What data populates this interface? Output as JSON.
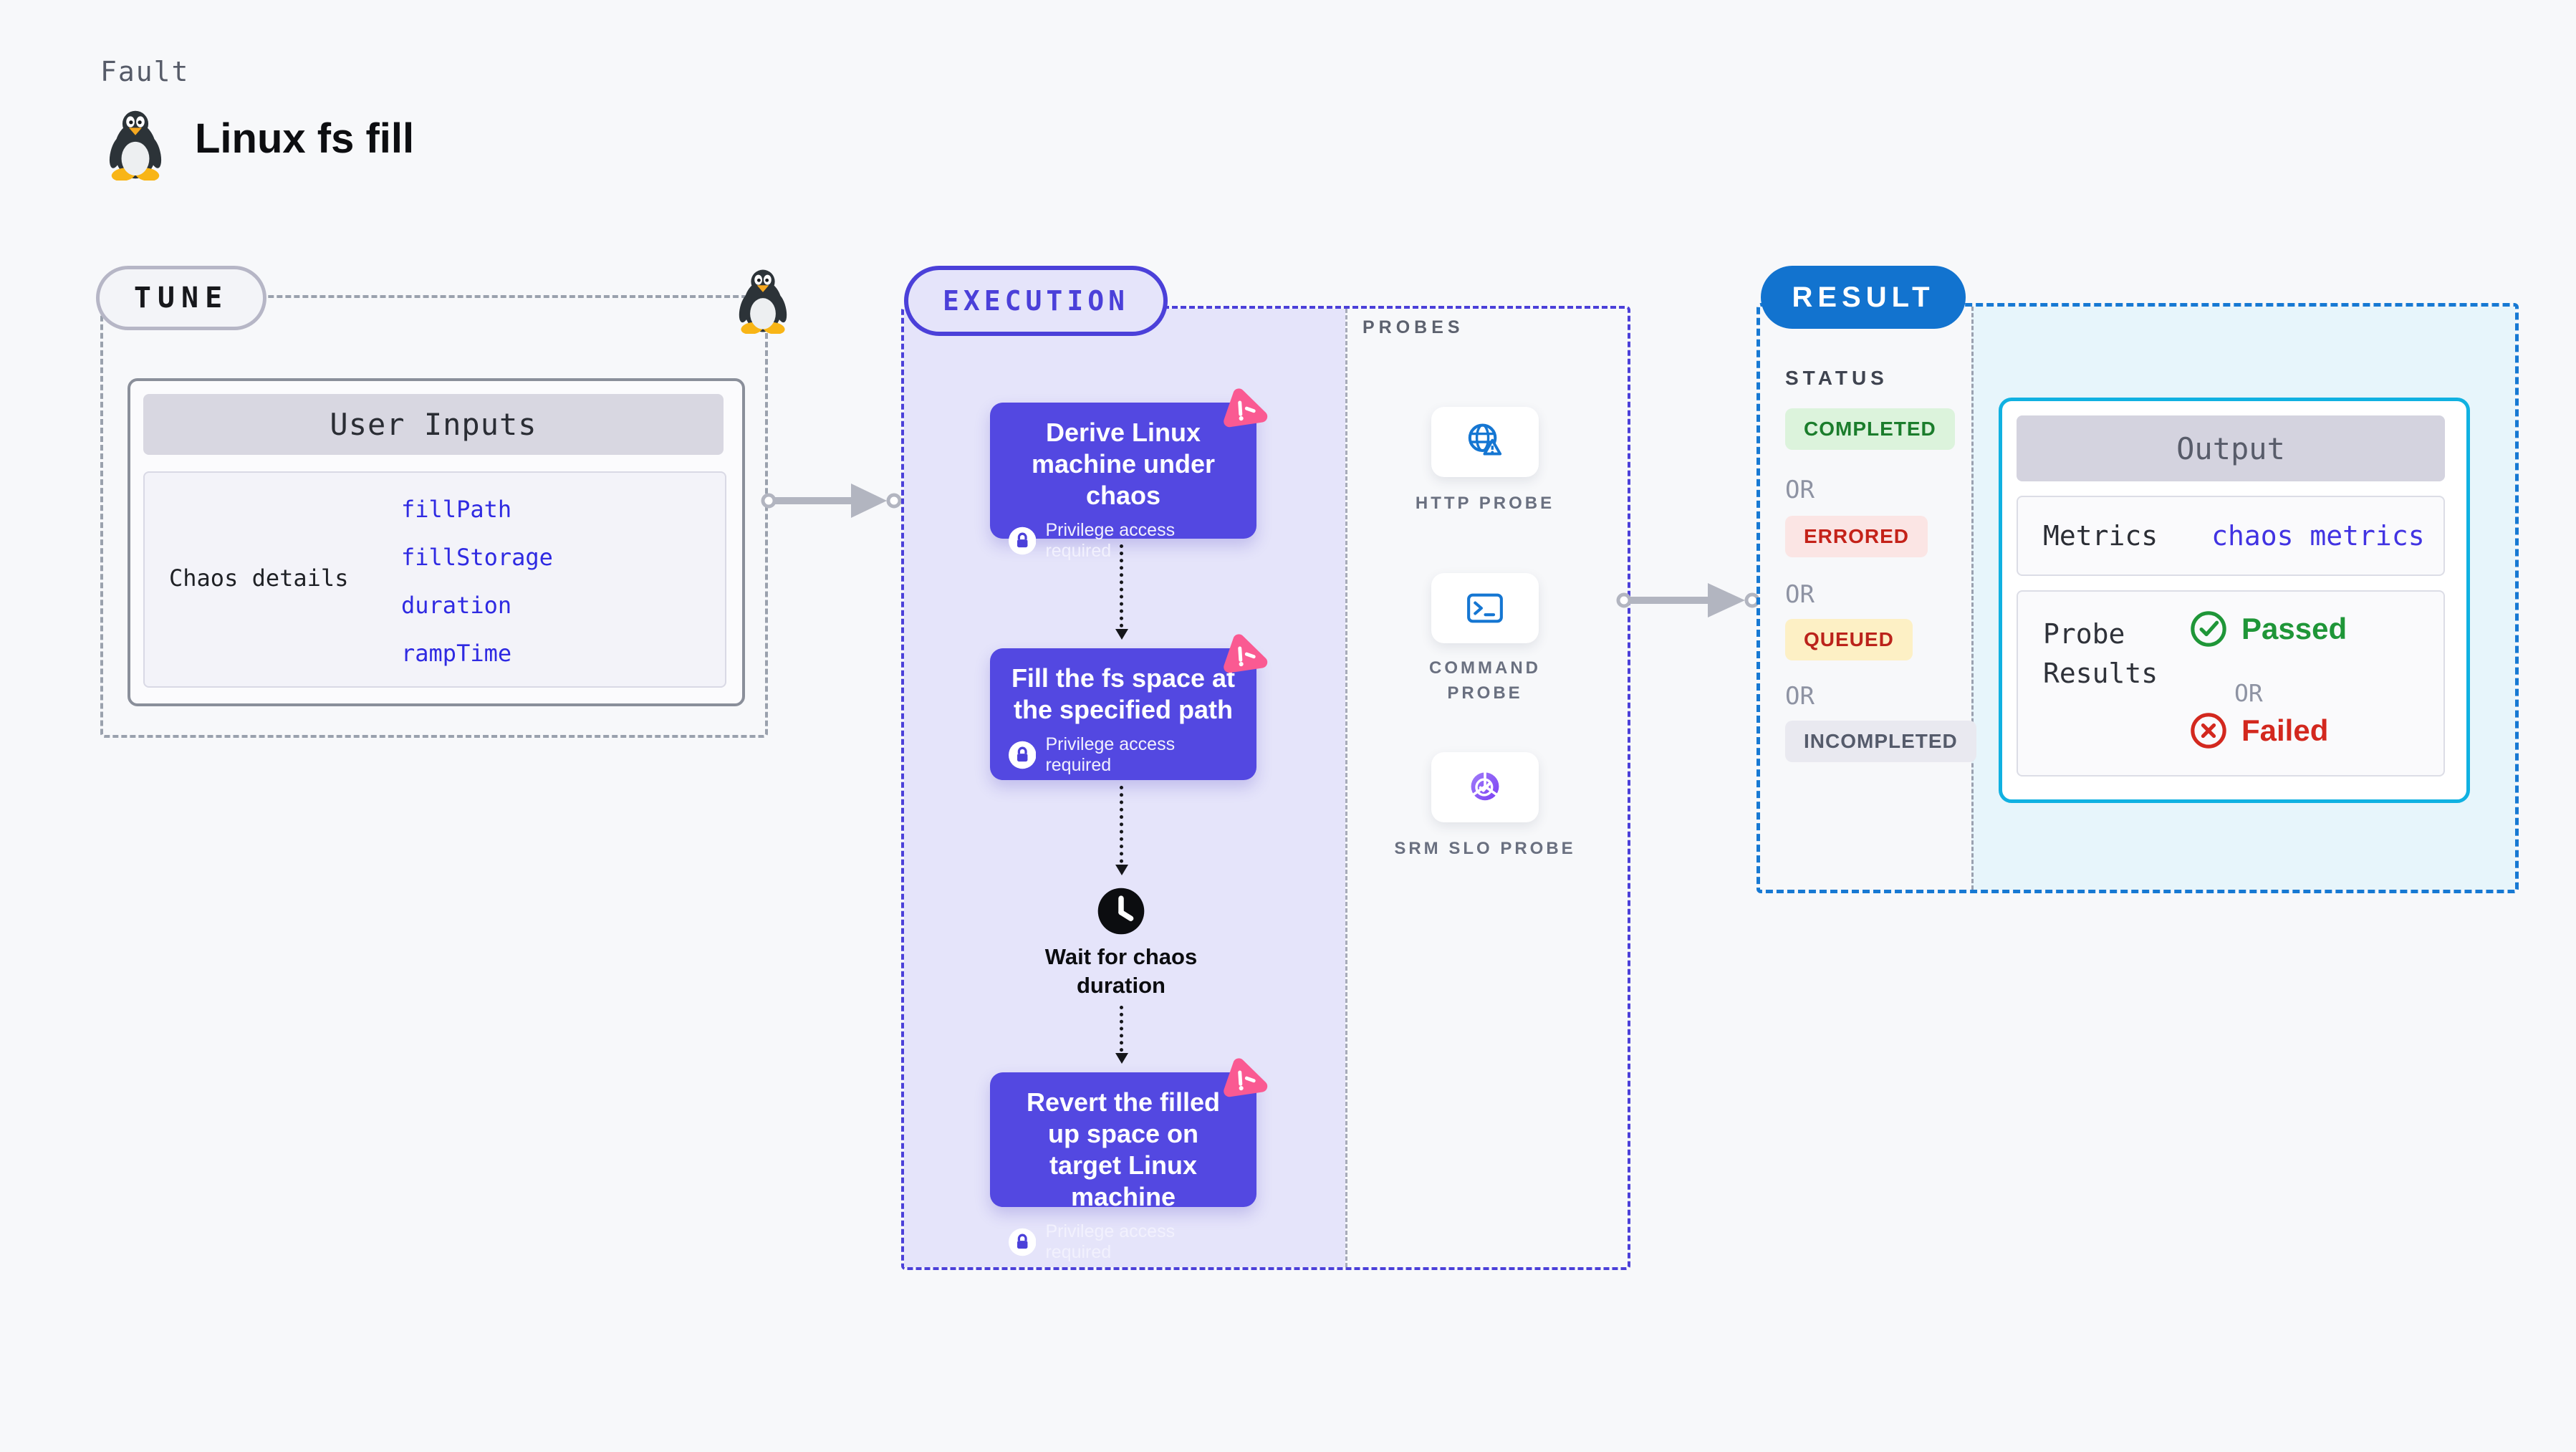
{
  "header": {
    "kicker": "Fault",
    "title": "Linux fs fill"
  },
  "tune": {
    "label": "TUNE",
    "user_inputs": {
      "header": "User Inputs",
      "row_label": "Chaos details",
      "params": [
        "fillPath",
        "fillStorage",
        "duration",
        "rampTime"
      ]
    }
  },
  "execution": {
    "label": "EXECUTION",
    "steps": [
      {
        "title": "Derive Linux machine under chaos",
        "badge": "Privilege access required"
      },
      {
        "title": "Fill the fs space at the specified path",
        "badge": "Privilege access required"
      },
      {
        "title": "Wait for chaos duration"
      },
      {
        "title": "Revert the filled up space on target Linux machine",
        "badge": "Privilege access required"
      }
    ]
  },
  "probes": {
    "label": "PROBES",
    "items": [
      {
        "name": "HTTP PROBE"
      },
      {
        "name": "COMMAND PROBE"
      },
      {
        "name": "SRM SLO PROBE"
      }
    ]
  },
  "result": {
    "label": "RESULT",
    "status_title": "STATUS",
    "or": "OR",
    "statuses": [
      {
        "text": "COMPLETED",
        "fg": "#1b7d2c",
        "bg": "#dcf3dc"
      },
      {
        "text": "ERRORED",
        "fg": "#c42219",
        "bg": "#fbe5e4"
      },
      {
        "text": "QUEUED",
        "fg": "#bb231b",
        "bg": "#fdf0c5"
      },
      {
        "text": "INCOMPLETED",
        "fg": "#555b6b",
        "bg": "#e9e9f0"
      }
    ],
    "output": {
      "header": "Output",
      "metrics_label": "Metrics",
      "metrics_value": "chaos metrics",
      "probe_results_label": "Probe Results",
      "passed": "Passed",
      "or": "OR",
      "failed": "Failed"
    }
  },
  "colors": {
    "accent_indigo": "#4b40d9",
    "step_purple": "#5348e1",
    "badge_pink": "#fa5a92",
    "result_blue": "#1273cf",
    "output_border_cyan": "#10b1e1",
    "probe_icon_blue": "#1576d2",
    "passed_green": "#1f9638",
    "failed_red": "#d3281e",
    "lavender_bg": "#e5e4fa",
    "cyan_bg": "#e7f5fb"
  }
}
